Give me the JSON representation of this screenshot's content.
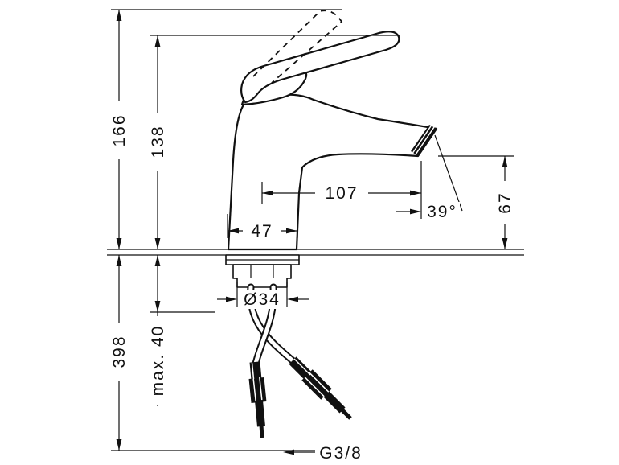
{
  "drawing": {
    "labels": {
      "total_height": "166",
      "spout_top_height": "138",
      "hose_length": "398",
      "max_deck_thickness": "max. 40",
      "spout_reach": "107",
      "body_width": "47",
      "outlet_height": "67",
      "outlet_angle": "39°",
      "shank_diameter": "Ø34",
      "thread_size": "G3/8"
    },
    "colors": {
      "line": "#111111",
      "background": "#ffffff"
    }
  }
}
